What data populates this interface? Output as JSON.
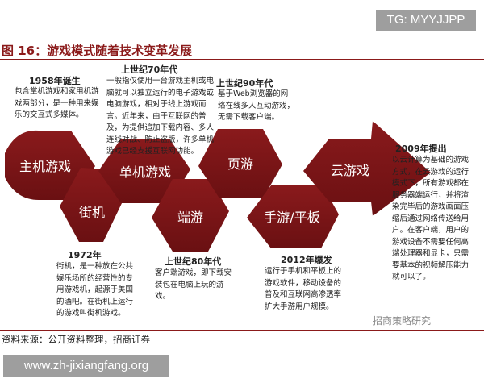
{
  "watermark_top": "TG: MYYJJPP",
  "title": "图 16：游戏模式随着技术变革发展",
  "stages": [
    {
      "label": "主机游戏",
      "era": "1958年诞生",
      "desc": "包含掌机游戏和家用机游戏两部分，是一种用来娱乐的交互式多媒体。"
    },
    {
      "label": "街机",
      "era": "1972年",
      "desc": "街机，是一种放在公共娱乐场所的经营性的专用游戏机，起源于美国的酒吧。在街机上运行的游戏叫街机游戏。"
    },
    {
      "label": "单机游戏",
      "era": "上世纪70年代",
      "desc": "一般指仅使用一台游戏主机或电脑就可以独立运行的电子游戏或电脑游戏，相对于线上游戏而言。近年来，由于互联网的普及，为提供追加下载内容、多人连线对战、防止盗版，许多单机游戏已经支援互联网功能。"
    },
    {
      "label": "端游",
      "era": "上世纪80年代",
      "desc": "客户端游戏，即下载安装包在电脑上玩的游戏。"
    },
    {
      "label": "页游",
      "era": "上世纪90年代",
      "desc": "基于Web浏览器的网络在线多人互动游戏，无需下载客户端。"
    },
    {
      "label": "手游/平板",
      "era": "2012年爆发",
      "desc": "运行于手机和平板上的游戏软件，移动设备的普及和互联网高渗透率扩大手游用户规模。"
    },
    {
      "label": "云游戏",
      "era": "2009年提出",
      "desc": "以云计算为基础的游戏方式，在云游戏的运行模式下，所有游戏都在服务器端运行，并将渲染完毕后的游戏画面压缩后通过网络传送给用户。在客户端，用户的游戏设备不需要任何高端处理器和显卡，只需要基本的视频解压能力就可以了。"
    }
  ],
  "source": "资料来源：公开资料整理，招商证券",
  "watermark_logo": "招商策略研究",
  "watermark_bottom": "www.zh-jixiangfang.org",
  "colors": {
    "primary": "#7a1416",
    "title": "#8b1a1a"
  }
}
